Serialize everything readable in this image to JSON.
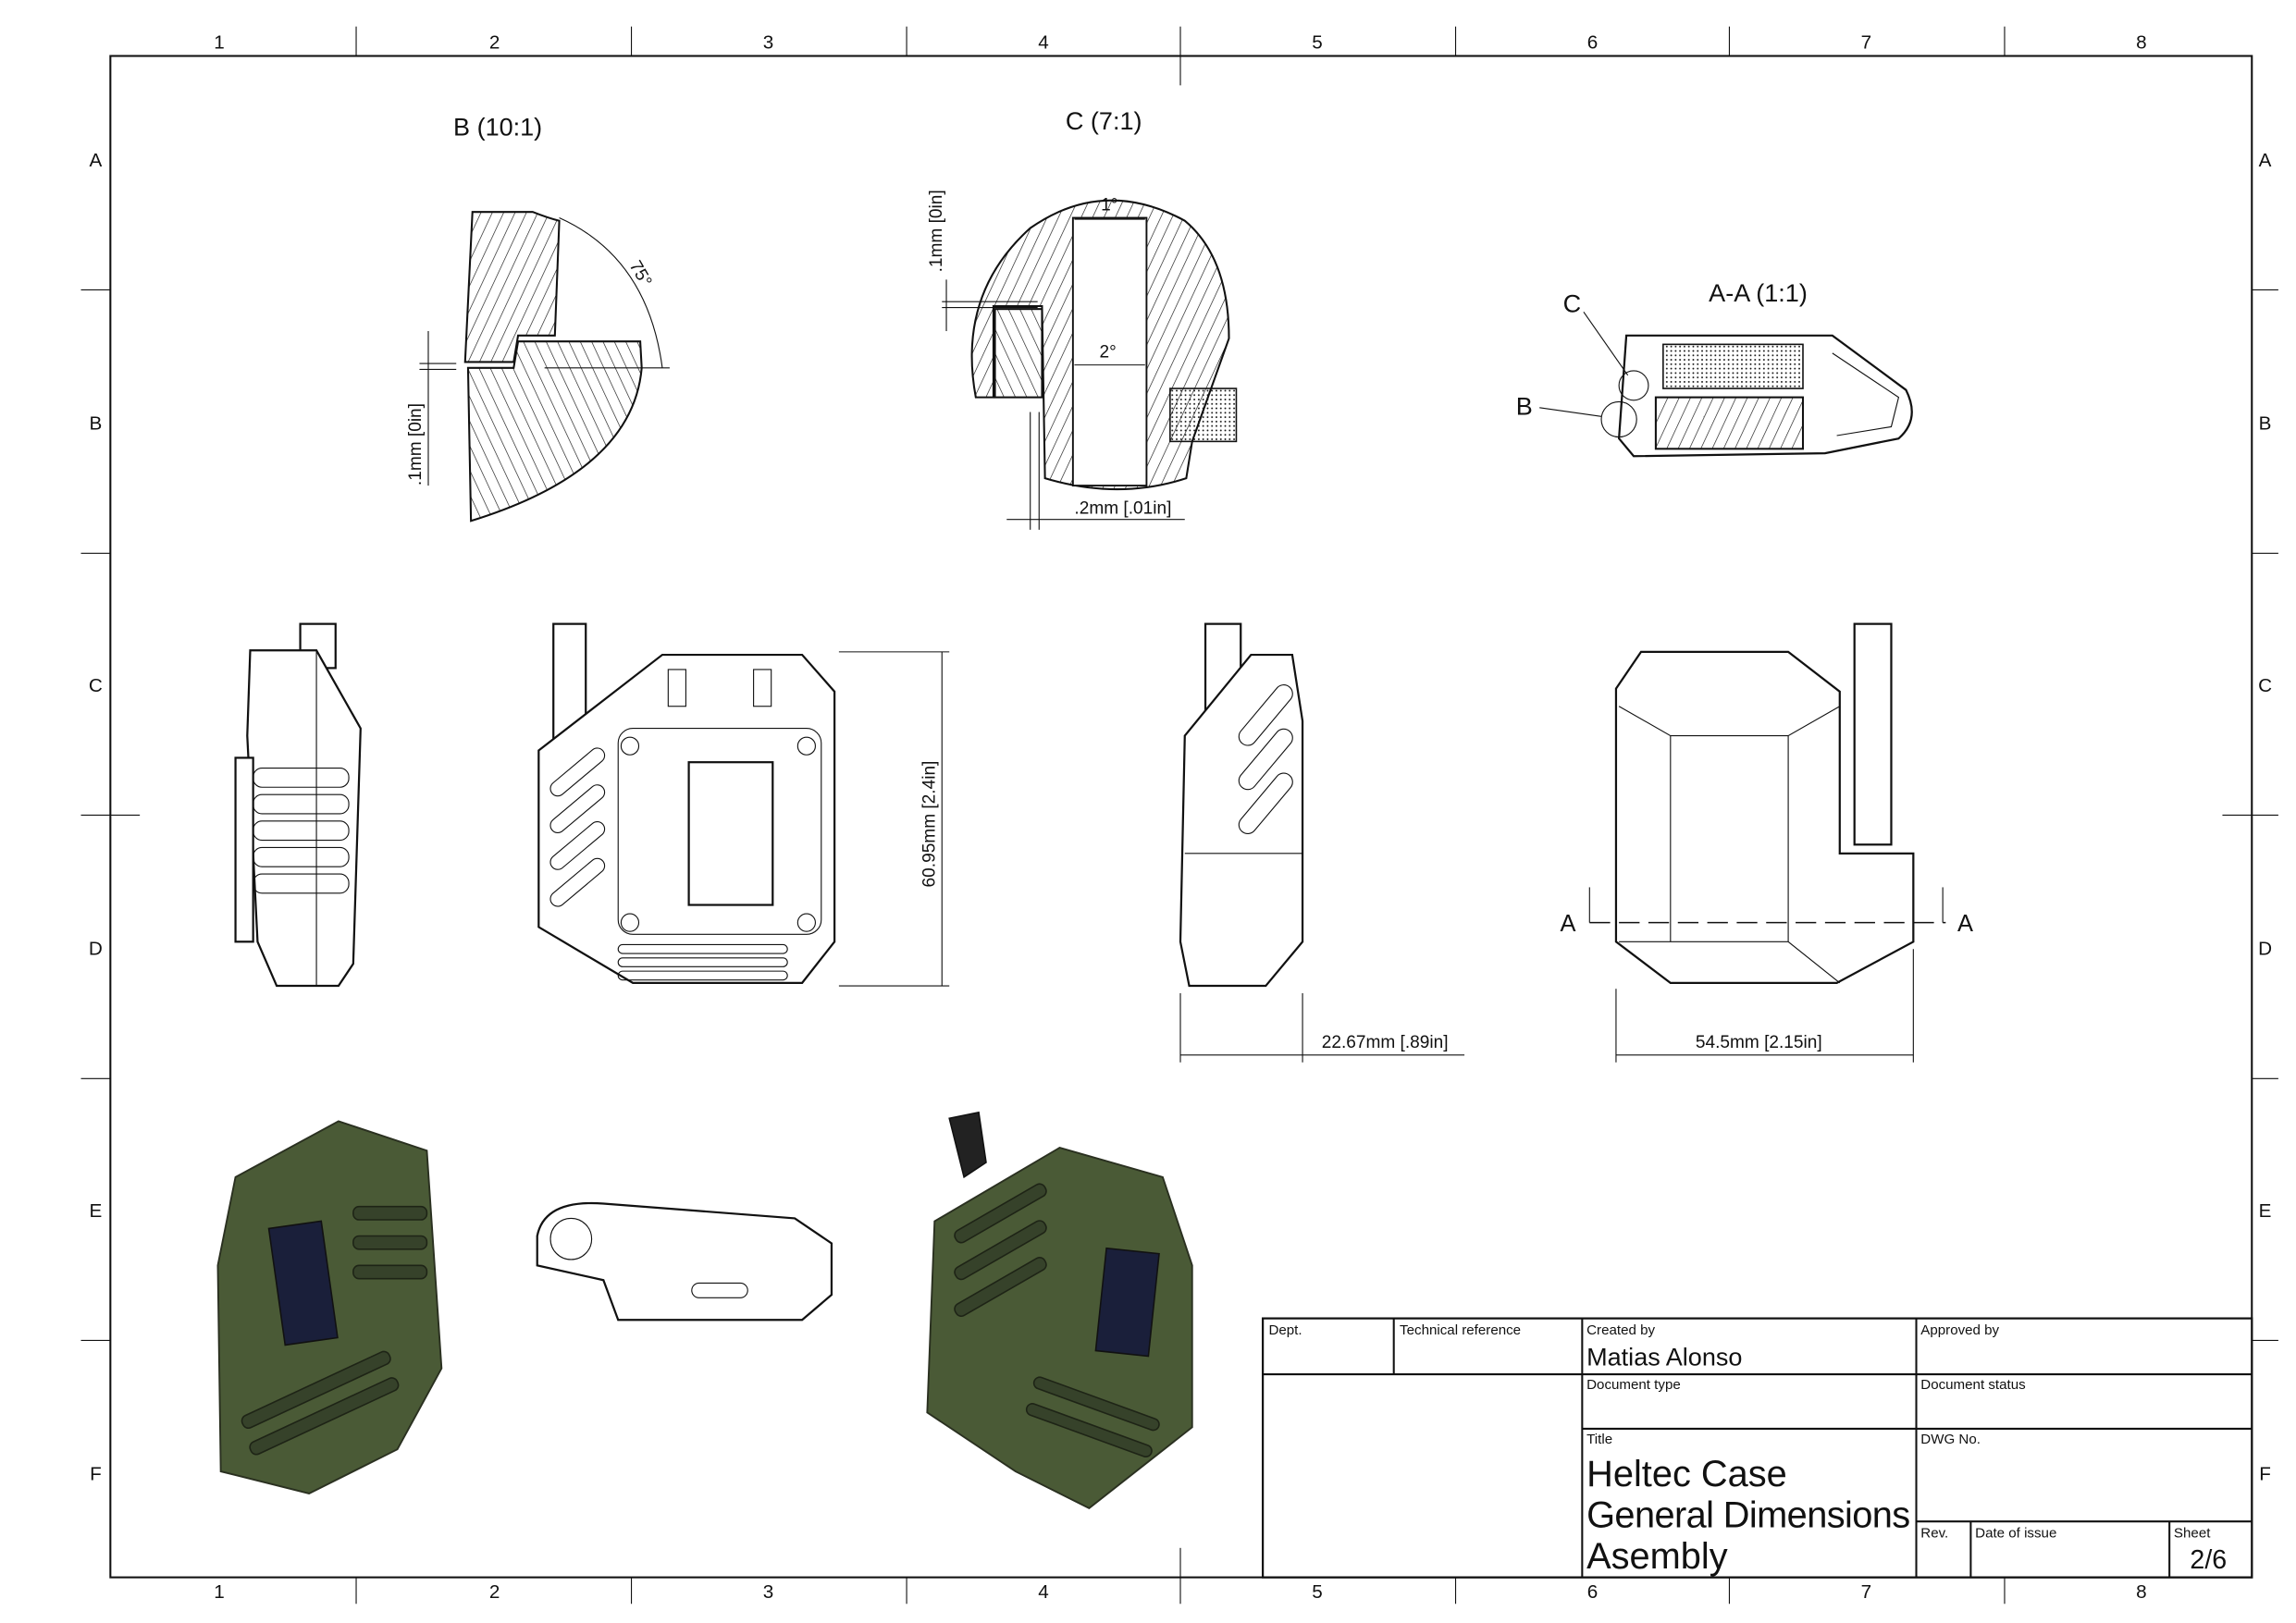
{
  "frame": {
    "columns": [
      "1",
      "2",
      "3",
      "4",
      "5",
      "6",
      "7",
      "8"
    ],
    "rows": [
      "A",
      "B",
      "C",
      "D",
      "E",
      "F"
    ]
  },
  "views": {
    "detail_b": {
      "label": "B (10:1)",
      "angle": "75°",
      "gap": ".1mm [0in]"
    },
    "detail_c": {
      "label": "C (7:1)",
      "angle_top": "1°",
      "angle_mid": "2°",
      "gap_v": ".1mm [0in]",
      "gap_h": ".2mm [.01in]"
    },
    "section_aa": {
      "label": "A-A (1:1)",
      "callout_c": "C",
      "callout_b": "B"
    },
    "front": {
      "height_dim": "60.95mm [2.4in]"
    },
    "side": {
      "depth_dim": "22.67mm [.89in]"
    },
    "back": {
      "width_dim": "54.5mm [2.15in]",
      "section_mark": "A"
    }
  },
  "title_block": {
    "dept_label": "Dept.",
    "tech_ref_label": "Technical reference",
    "created_by_label": "Created by",
    "created_by": "Matias Alonso",
    "approved_by_label": "Approved by",
    "doc_type_label": "Document type",
    "doc_status_label": "Document status",
    "title_label": "Title",
    "title_lines": [
      "Heltec Case",
      "General Dimensions",
      "Asembly"
    ],
    "dwg_label": "DWG No.",
    "rev_label": "Rev.",
    "date_label": "Date of issue",
    "sheet_label": "Sheet",
    "sheet": "2/6"
  },
  "colors": {
    "case_green": "#4a5a36",
    "line": "#111111"
  }
}
